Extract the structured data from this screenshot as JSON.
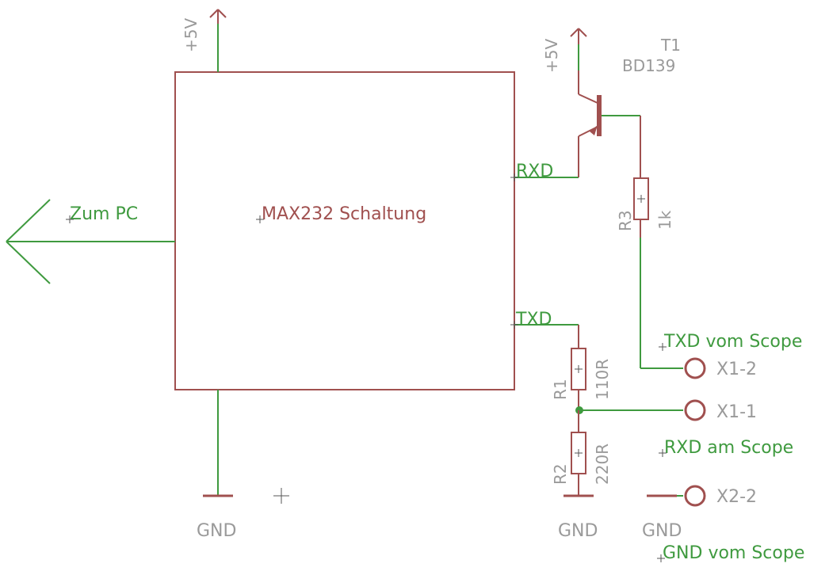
{
  "colors": {
    "wire": "#3f9a3f",
    "component": "#a0504f",
    "value_label": "#9a9a9a",
    "background": "#ffffff"
  },
  "ic": {
    "name": "MAX232 Schaltung",
    "pin_rxd": "RXD",
    "pin_txd": "TXD"
  },
  "labels": {
    "zum_pc": "Zum PC",
    "txd_vom_scope": "TXD vom Scope",
    "rxd_am_scope": "RXD am Scope",
    "gnd_vom_scope": "GND vom Scope"
  },
  "supply": {
    "vcc_ic": "+5V",
    "vcc_transistor": "+5V",
    "gnd_ic": "GND",
    "gnd_divider": "GND",
    "gnd_connector": "GND"
  },
  "transistor": {
    "ref": "T1",
    "value": "BD139"
  },
  "resistors": [
    {
      "ref": "R1",
      "value": "110R"
    },
    {
      "ref": "R2",
      "value": "220R"
    },
    {
      "ref": "R3",
      "value": "1k"
    }
  ],
  "connectors": {
    "x1_2": "X1-2",
    "x1_1": "X1-1",
    "x2_2": "X2-2"
  },
  "icons": {
    "pc_arrow": "arrow-left-icon",
    "supply": "supply-arrow-up-icon",
    "ground": "ground-symbol-icon",
    "resistor": "resistor-symbol-icon",
    "transistor": "npn-transistor-icon",
    "pad": "connector-pad-icon",
    "junction": "junction-dot-icon"
  }
}
